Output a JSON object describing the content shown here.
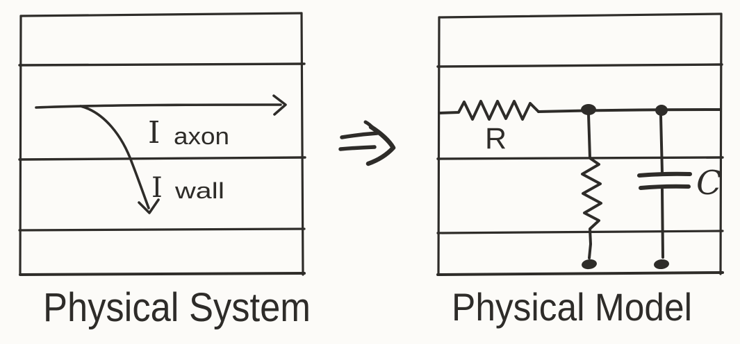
{
  "figure": {
    "paper_color": "#fcfbf8",
    "ink_color": "#2e2c29",
    "transform_icon": "implies-arrow"
  },
  "left_panel": {
    "caption": "Physical System",
    "axon_label": {
      "symbol": "I",
      "subscript": "axon"
    },
    "wall_label": {
      "symbol": "I",
      "subscript": "wall"
    }
  },
  "right_panel": {
    "caption": "Physical Model",
    "resistor_label": "R",
    "capacitor_label": "C"
  }
}
